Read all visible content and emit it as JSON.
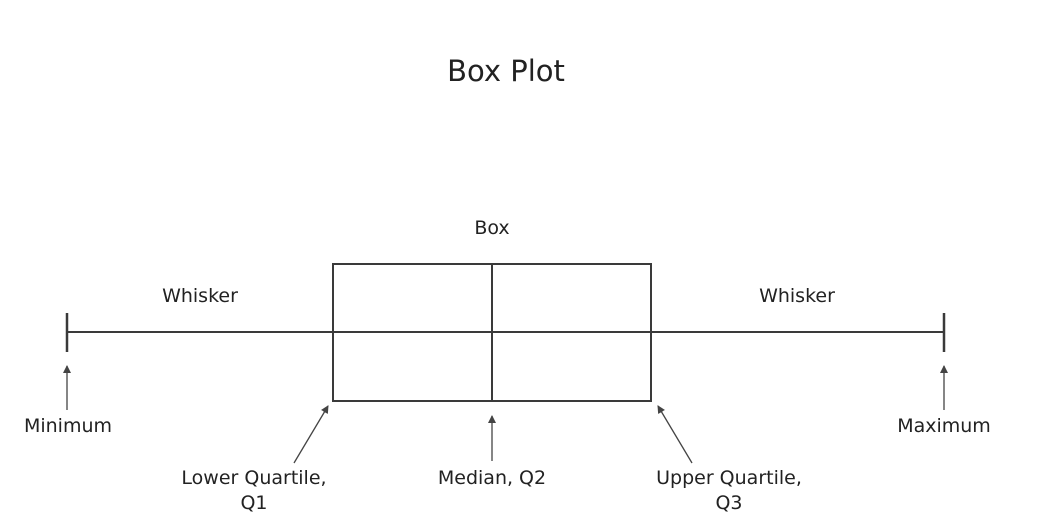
{
  "diagram": {
    "title": "Box Plot",
    "box_label": "Box",
    "left_whisker_label": "Whisker",
    "right_whisker_label": "Whisker",
    "minimum_label": "Minimum",
    "maximum_label": "Maximum",
    "lower_quartile_line1": "Lower Quartile,",
    "lower_quartile_line2": "Q1",
    "median_label": "Median, Q2",
    "upper_quartile_line1": "Upper Quartile,",
    "upper_quartile_line2": "Q3"
  },
  "colors": {
    "stroke": "#3a3a3a",
    "text": "#222222",
    "background": "#ffffff"
  }
}
